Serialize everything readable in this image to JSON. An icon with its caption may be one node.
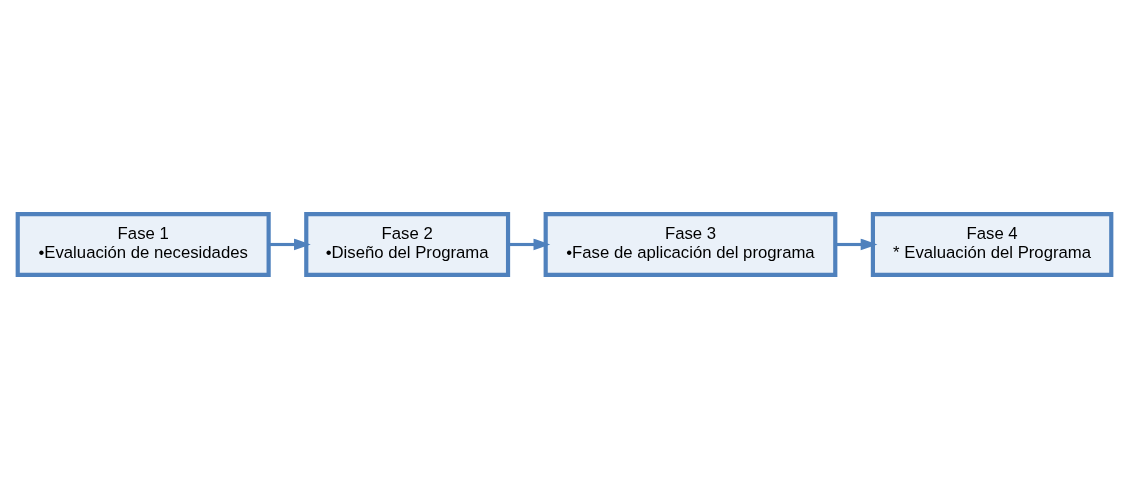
{
  "diagram": {
    "nodes": [
      {
        "text": [
          "Fase 1",
          "•Evaluación de necesidades"
        ]
      },
      {
        "text": [
          "Fase 2",
          "•Diseño del Programa"
        ]
      },
      {
        "text": [
          "Fase 3",
          "•Fase de aplicación del programa"
        ]
      },
      {
        "text": [
          "Fase 4",
          "* Evaluación del Programa"
        ]
      }
    ],
    "edges": [
      {
        "from": 0,
        "to": 1,
        "arrow": "to"
      },
      {
        "from": 1,
        "to": 2,
        "arrow": "to"
      },
      {
        "from": 2,
        "to": 3,
        "arrow": "to"
      }
    ]
  }
}
